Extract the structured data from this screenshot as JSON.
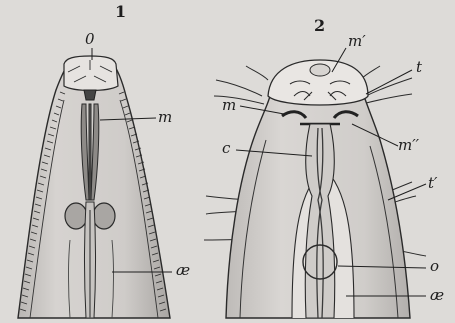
{
  "figure": {
    "panel_1": {
      "number": "1",
      "labels": {
        "o": "0",
        "m": "m",
        "ae": "æ"
      }
    },
    "panel_2": {
      "number": "2",
      "labels": {
        "m_prime": "m′",
        "t": "t",
        "m": "m",
        "c": "c",
        "m_double_prime": "m′′",
        "t_prime": "t′",
        "o": "o",
        "ae": "æ"
      }
    }
  }
}
